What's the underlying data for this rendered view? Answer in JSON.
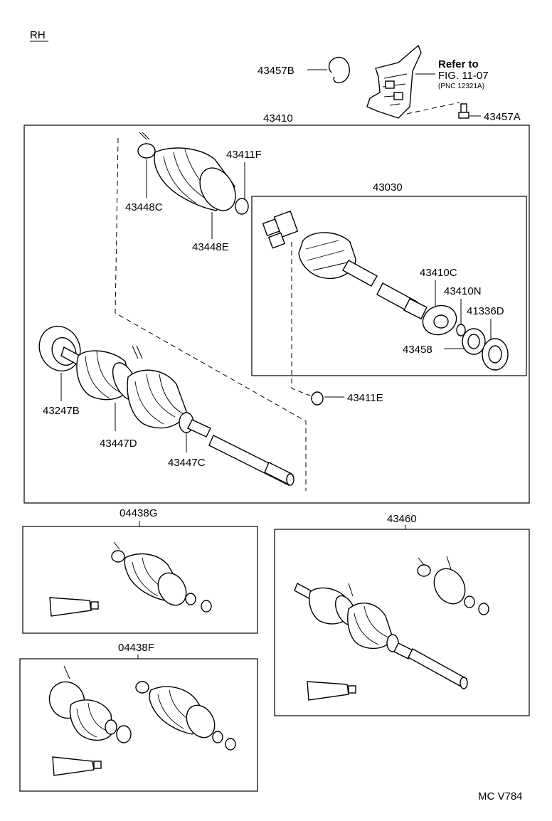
{
  "header": {
    "side_label": "RH"
  },
  "footer": {
    "code": "MC V784"
  },
  "reference": {
    "line1": "Refer to",
    "line2": "FIG. 11-07",
    "line3": "(PNC 12321A)"
  },
  "parts": {
    "p43457B": "43457B",
    "p43457A": "43457A",
    "p43410": "43410",
    "p43411F": "43411F",
    "p43448C": "43448C",
    "p43448E": "43448E",
    "p43030": "43030",
    "p43410C": "43410C",
    "p43410N": "43410N",
    "p41336D": "41336D",
    "p43458": "43458",
    "p43411E": "43411E",
    "p43247B": "43247B",
    "p43447D": "43447D",
    "p43447C": "43447C",
    "p04438G": "04438G",
    "p43460": "43460",
    "p04438F": "04438F"
  }
}
